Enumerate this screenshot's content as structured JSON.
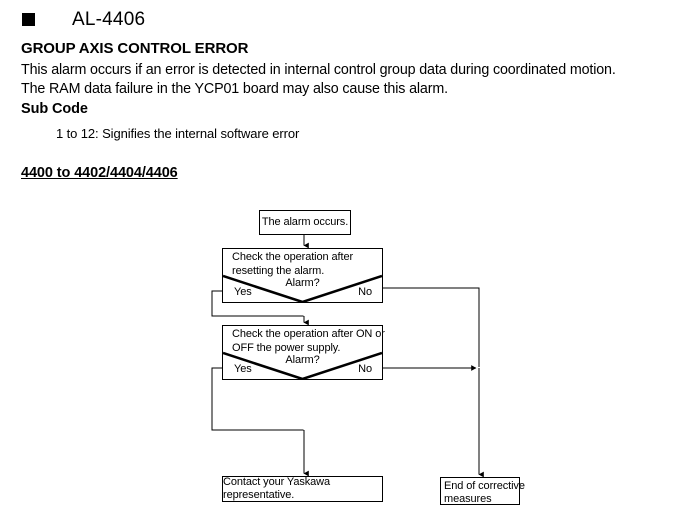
{
  "document": {
    "bullet_icon": "filled-square-bullet",
    "alarm_code": "AL-4406",
    "title": "GROUP AXIS CONTROL ERROR",
    "description_line1": "This alarm occurs if an error is detected in internal control group data during coordinated motion.",
    "description_line2": "The RAM data failure in the YCP01 board may also cause this alarm.",
    "subcode_label": "Sub Code",
    "subcode_text": "1 to 12:  Signifies the internal software error",
    "range_heading": "4400 to 4402/4404/4406"
  },
  "flowchart": {
    "start": {
      "label": "The alarm occurs."
    },
    "decision1": {
      "text_line1": "Check the operation after",
      "text_line2": "resetting the alarm.",
      "question": "Alarm?",
      "yes_label": "Yes",
      "no_label": "No"
    },
    "decision2": {
      "text_line1": "Check the operation after ON or",
      "text_line2": "OFF the power supply.",
      "question": "Alarm?",
      "yes_label": "Yes",
      "no_label": "No"
    },
    "contact": {
      "label": "Contact your Yaskawa representative."
    },
    "end": {
      "line1": "End of corrective",
      "line2": "measures"
    },
    "line_color": "#000000"
  }
}
